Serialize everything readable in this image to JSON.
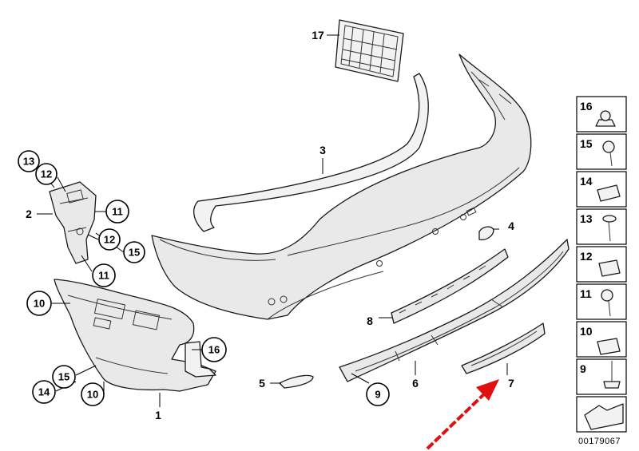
{
  "diagram": {
    "diagram_id": "00179067",
    "callouts": {
      "c1": "1",
      "c2": "2",
      "c3": "3",
      "c4": "4",
      "c5": "5",
      "c6": "6",
      "c7": "7",
      "c8": "8",
      "c9": "9",
      "c10a": "10",
      "c10b": "10",
      "c11a": "11",
      "c11b": "11",
      "c12a": "12",
      "c12b": "12",
      "c13": "13",
      "c14": "14",
      "c15a": "15",
      "c15b": "15",
      "c16": "16",
      "c17": "17"
    },
    "legend": [
      "16",
      "15",
      "14",
      "13",
      "12",
      "11",
      "10",
      "9"
    ]
  },
  "colors": {
    "highlight_arrow": "#e01010",
    "line": "#000000",
    "part_fill": "#e9e9e9"
  }
}
